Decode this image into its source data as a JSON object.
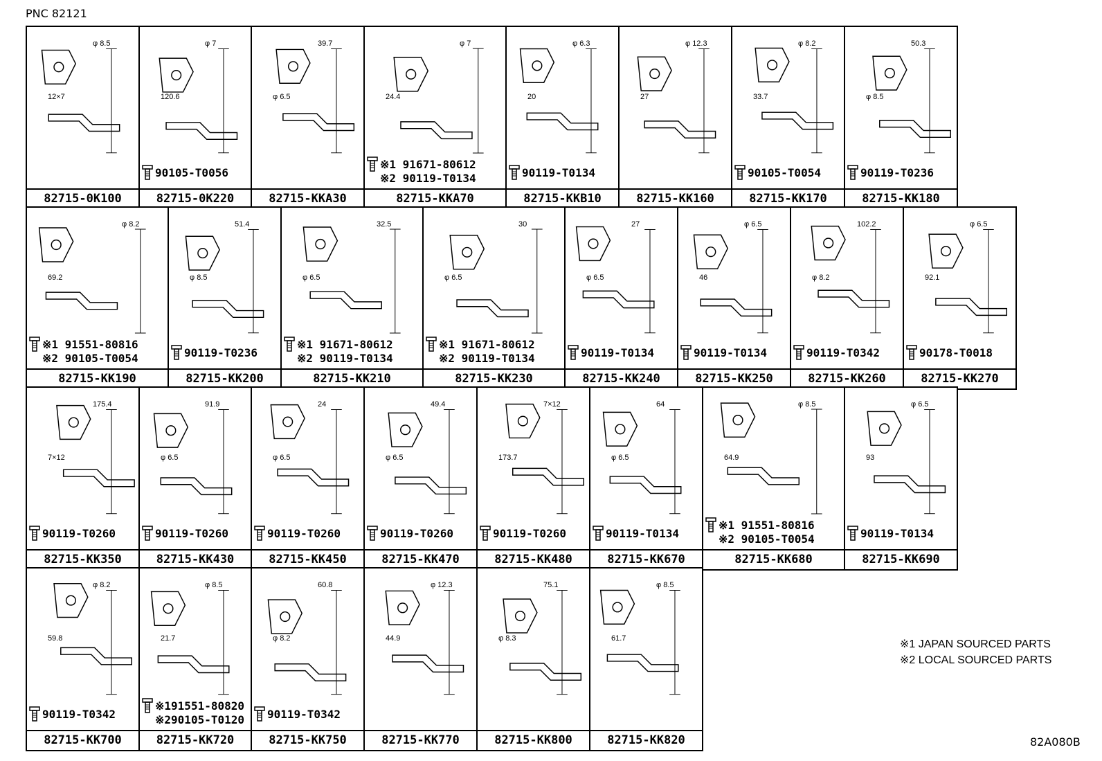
{
  "pnc": "PNC 82121",
  "diagram_code": "82A080B",
  "legend": [
    "※1 JAPAN SOURCED PARTS",
    "※2 LOCAL SOURCED PARTS"
  ],
  "cells": [
    {
      "part": "82715-0K100",
      "bolts": [],
      "dims": [
        "φ 8.5",
        "12×7"
      ]
    },
    {
      "part": "82715-0K220",
      "bolts": [
        "90105-T0056"
      ],
      "dims": [
        "φ 7",
        "120.6"
      ]
    },
    {
      "part": "82715-KKA30",
      "bolts": [],
      "dims": [
        "39.7",
        "φ 6.5"
      ]
    },
    {
      "part": "82715-KKA70",
      "bolts": [
        "※1 91671-80612",
        "※2 90119-T0134"
      ],
      "dims": [
        "φ 7",
        "24.4"
      ]
    },
    {
      "part": "82715-KKB10",
      "bolts": [
        "90119-T0134"
      ],
      "dims": [
        "φ 6.3",
        "20"
      ]
    },
    {
      "part": "82715-KK160",
      "bolts": [],
      "dims": [
        "φ 12.3",
        "27"
      ]
    },
    {
      "part": "82715-KK170",
      "bolts": [
        "90105-T0054"
      ],
      "dims": [
        "φ 8.2",
        "33.7"
      ]
    },
    {
      "part": "82715-KK180",
      "bolts": [
        "90119-T0236"
      ],
      "dims": [
        "50.3",
        "φ 8.5"
      ]
    },
    {
      "part": "82715-KK190",
      "bolts": [
        "※1 91551-80816",
        "※2 90105-T0054"
      ],
      "dims": [
        "φ 8.2",
        "69.2"
      ]
    },
    {
      "part": "82715-KK200",
      "bolts": [
        "90119-T0236"
      ],
      "dims": [
        "51.4",
        "φ 8.5"
      ]
    },
    {
      "part": "82715-KK210",
      "bolts": [
        "※1 91671-80612",
        "※2 90119-T0134"
      ],
      "dims": [
        "32.5",
        "φ 6.5"
      ]
    },
    {
      "part": "82715-KK230",
      "bolts": [
        "※1 91671-80612",
        "※2 90119-T0134"
      ],
      "dims": [
        "30",
        "φ 6.5"
      ]
    },
    {
      "part": "82715-KK240",
      "bolts": [
        "90119-T0134"
      ],
      "dims": [
        "27",
        "φ 6.5"
      ]
    },
    {
      "part": "82715-KK250",
      "bolts": [
        "90119-T0134"
      ],
      "dims": [
        "φ 6.5",
        "46"
      ]
    },
    {
      "part": "82715-KK260",
      "bolts": [
        "90119-T0342"
      ],
      "dims": [
        "102.2",
        "φ 8.2"
      ]
    },
    {
      "part": "82715-KK270",
      "bolts": [
        "90178-T0018"
      ],
      "dims": [
        "φ 6.5",
        "92.1"
      ]
    },
    {
      "part": "82715-KK350",
      "bolts": [
        "90119-T0260"
      ],
      "dims": [
        "175.4",
        "7×12"
      ]
    },
    {
      "part": "82715-KK430",
      "bolts": [
        "90119-T0260"
      ],
      "dims": [
        "91.9",
        "φ 6.5"
      ]
    },
    {
      "part": "82715-KK450",
      "bolts": [
        "90119-T0260"
      ],
      "dims": [
        "24",
        "φ 6.5"
      ]
    },
    {
      "part": "82715-KK470",
      "bolts": [
        "90119-T0260"
      ],
      "dims": [
        "49.4",
        "φ 6.5"
      ]
    },
    {
      "part": "82715-KK480",
      "bolts": [
        "90119-T0260"
      ],
      "dims": [
        "7×12",
        "173.7"
      ]
    },
    {
      "part": "82715-KK670",
      "bolts": [
        "90119-T0134"
      ],
      "dims": [
        "64",
        "φ 6.5"
      ]
    },
    {
      "part": "82715-KK680",
      "bolts": [
        "※1 91551-80816",
        "※2 90105-T0054"
      ],
      "dims": [
        "φ 8.5",
        "64.9"
      ]
    },
    {
      "part": "82715-KK690",
      "bolts": [
        "90119-T0134"
      ],
      "dims": [
        "φ 6.5",
        "93"
      ]
    },
    {
      "part": "82715-KK700",
      "bolts": [
        "90119-T0342"
      ],
      "dims": [
        "φ 8.2",
        "59.8"
      ]
    },
    {
      "part": "82715-KK720",
      "bolts": [
        "※191551-80820",
        "※290105-T0120"
      ],
      "dims": [
        "φ 8.5",
        "21.7"
      ]
    },
    {
      "part": "82715-KK750",
      "bolts": [
        "90119-T0342"
      ],
      "dims": [
        "60.8",
        "φ 8.2"
      ]
    },
    {
      "part": "82715-KK770",
      "bolts": [],
      "dims": [
        "φ 12.3",
        "44.9"
      ]
    },
    {
      "part": "82715-KK800",
      "bolts": [],
      "dims": [
        "75.1",
        "φ 8.3"
      ]
    },
    {
      "part": "82715-KK820",
      "bolts": [],
      "dims": [
        "φ 8.5",
        "61.7"
      ]
    }
  ]
}
